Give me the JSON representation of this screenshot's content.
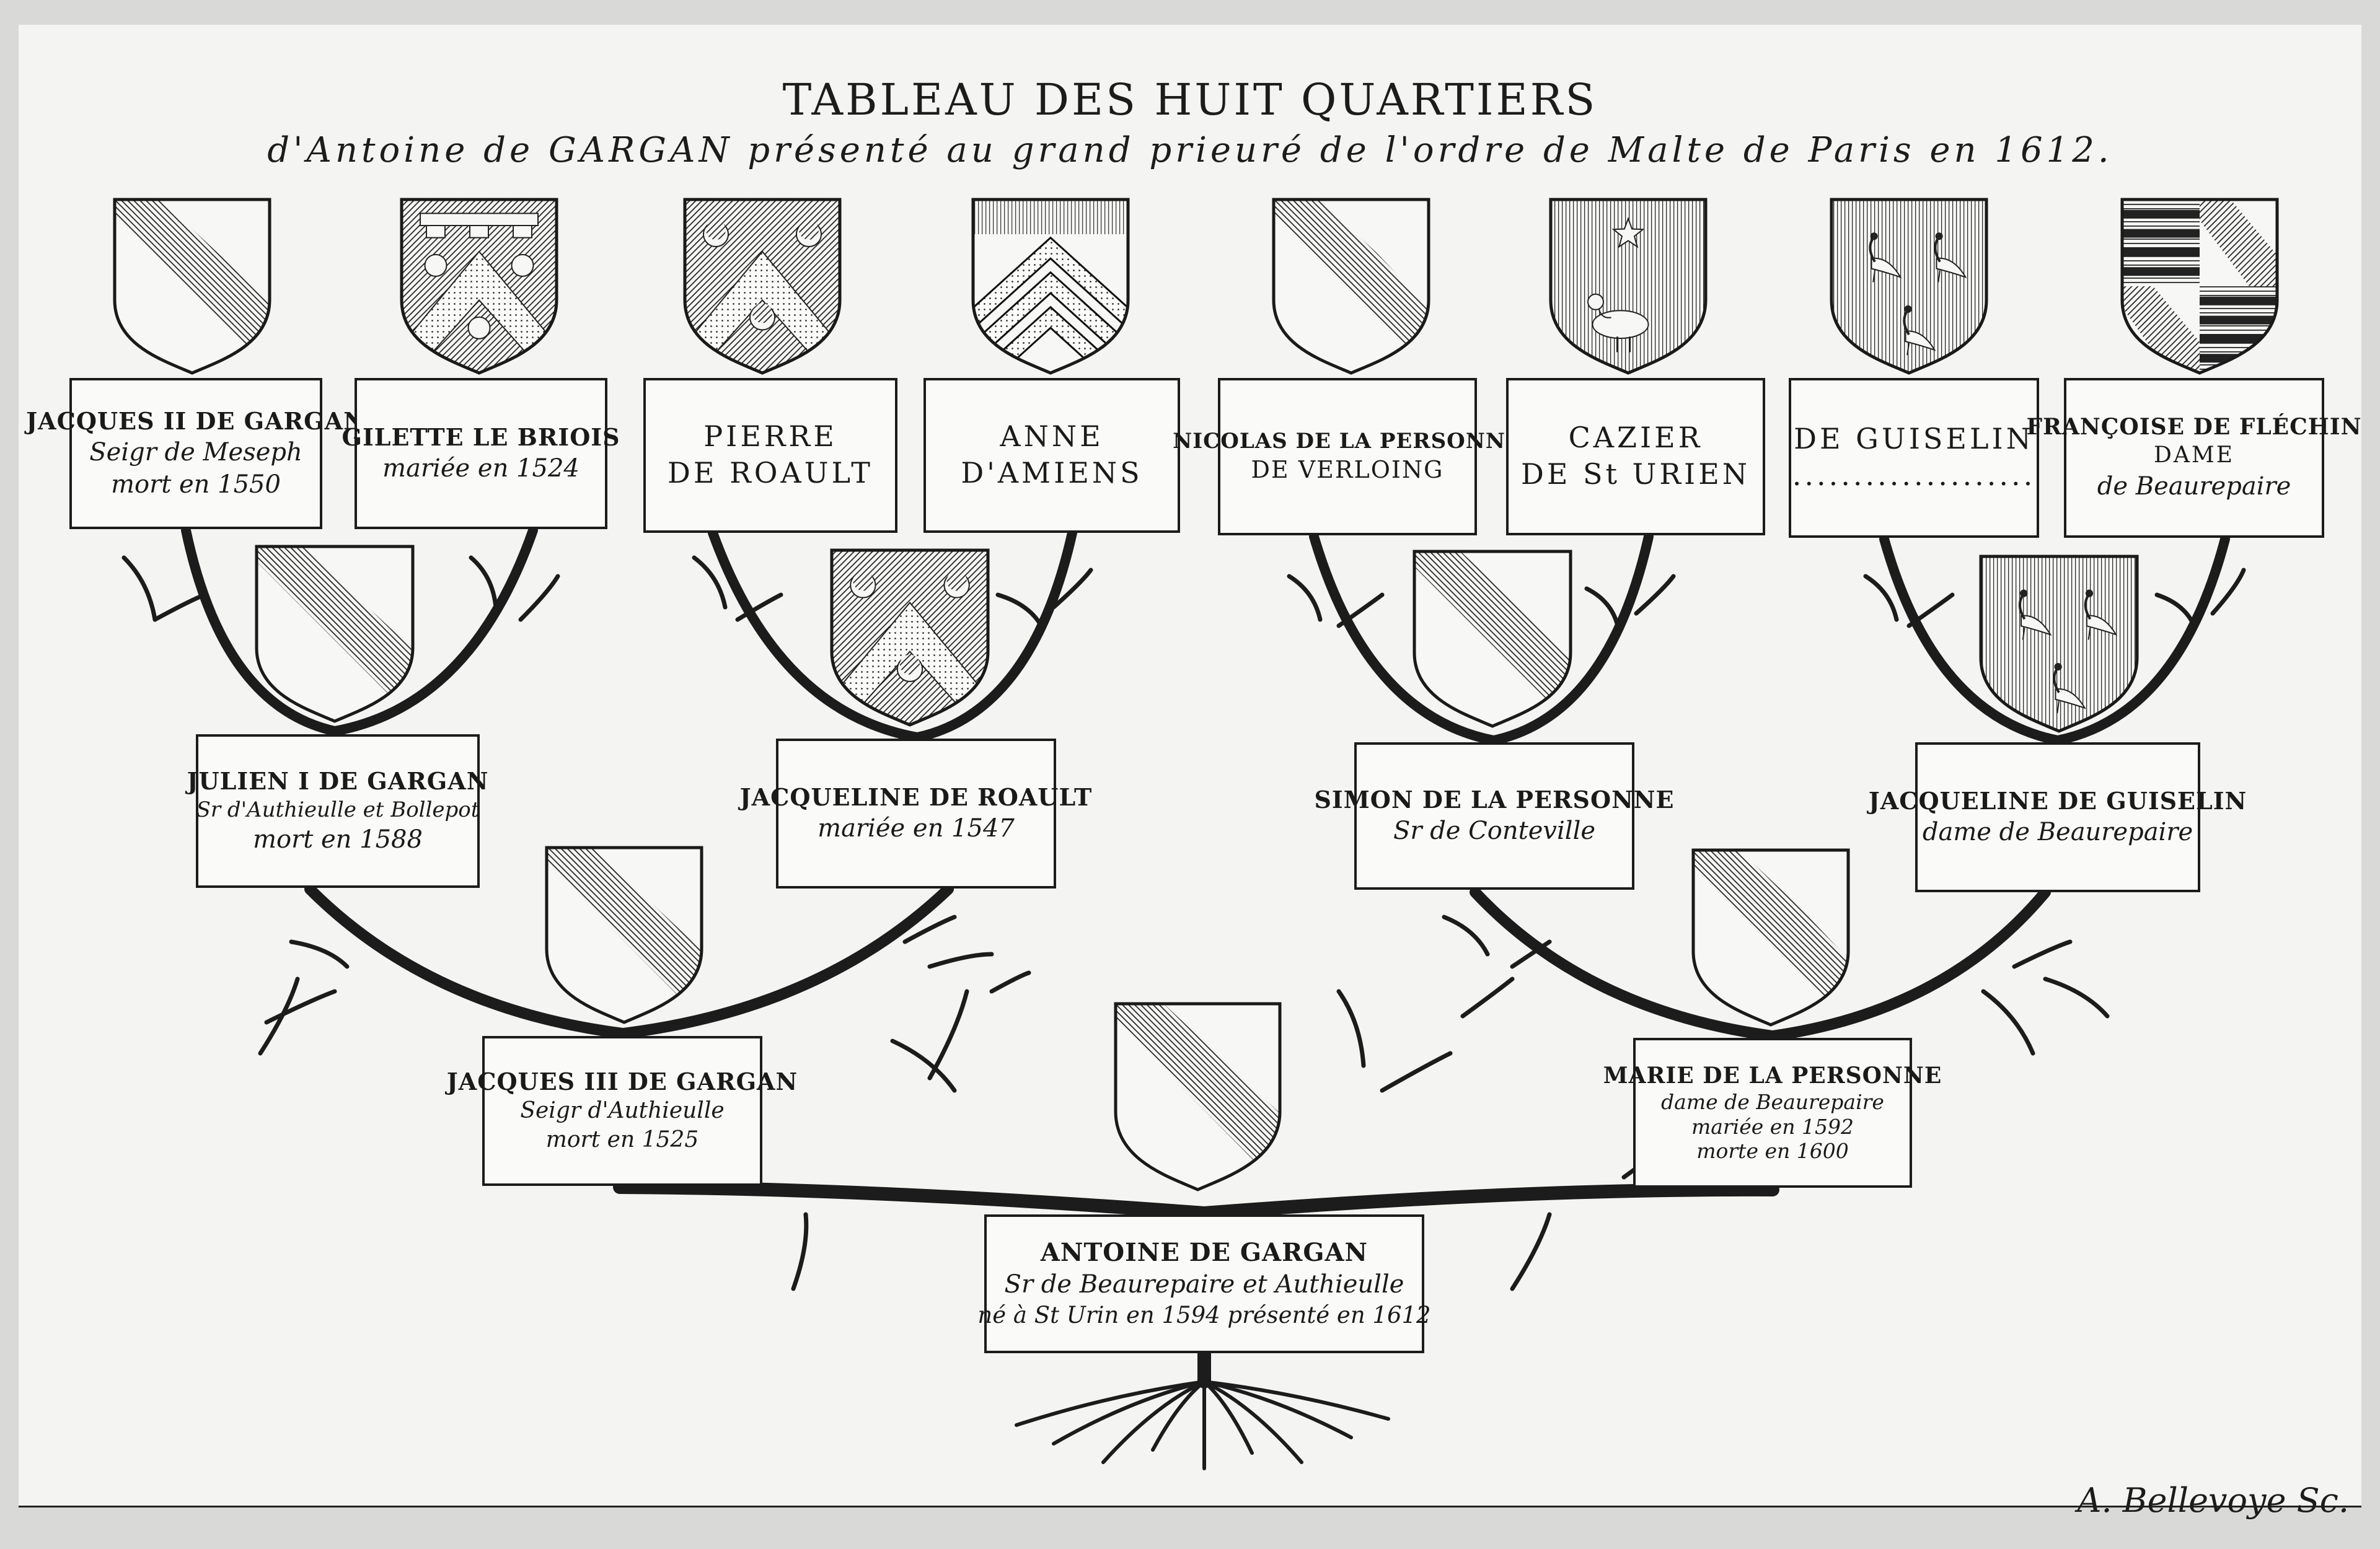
{
  "header": {
    "title": "TABLEAU DES HUIT QUARTIERS",
    "subtitle": "d'Antoine de GARGAN présenté au grand prieuré de l'ordre de Malte de Paris en 1612."
  },
  "credit": "A. Bellevoye Sc.",
  "colors": {
    "ink": "#1c1c1c",
    "paper": "#f4f4f2",
    "box": "#fafaf8"
  },
  "ancestors": [
    {
      "l1": "JACQUES II DE GARGAN",
      "l2": "Seigr de Meseph",
      "l3": "mort en 1550",
      "arms": "bend-sinister-hatched"
    },
    {
      "l1": "GILETTE LE BRIOIS",
      "l2": "mariée en 1524",
      "arms": "chevron-three-roundels-label"
    },
    {
      "l1": "PIERRE",
      "l2": "DE ROAULT",
      "arms": "chevron-three-crescents"
    },
    {
      "l1": "ANNE",
      "l2": "D'AMIENS",
      "arms": "three-chevrons-chequy"
    },
    {
      "l1": "NICOLAS DE LA PERSONNE",
      "l2": "DE VERLOING",
      "arms": "bend-plain"
    },
    {
      "l1": "CAZIER",
      "l2": "DE St URIEN",
      "arms": "star-and-bird"
    },
    {
      "l1": "DE GUISELIN",
      "l2": "....................",
      "arms": "three-peacocks"
    },
    {
      "l1": "FRANÇOISE DE FLÉCHIN",
      "l2": "DAME",
      "l3": "de Beaurepaire",
      "arms": "barry-quartered"
    }
  ],
  "grandparents": [
    {
      "l1": "JULIEN I DE GARGAN",
      "l2": "Sr d'Authieulle et Bollepot",
      "l3": "mort en 1588",
      "arms": "bend-sinister-hatched"
    },
    {
      "l1": "JACQUELINE DE ROAULT",
      "l2": "mariée en 1547",
      "arms": "chevron-three-crescents"
    },
    {
      "l1": "SIMON DE LA PERSONNE",
      "l2": "Sr de Conteville",
      "arms": "bend-plain"
    },
    {
      "l1": "JACQUELINE DE GUISELIN",
      "l2": "dame de Beaurepaire",
      "arms": "three-peacocks"
    }
  ],
  "parents": [
    {
      "l1": "JACQUES III DE GARGAN",
      "l2": "Seigr d'Authieulle",
      "l3": "mort en 1525",
      "arms": "bend-sinister-hatched"
    },
    {
      "l1": "MARIE DE LA PERSONNE",
      "l2": "dame de Beaurepaire",
      "l3": "mariée en 1592",
      "l4": "morte en 1600",
      "arms": "bend-plain"
    }
  ],
  "subject": {
    "l1": "ANTOINE DE GARGAN",
    "l2": "Sr de Beaurepaire et Authieulle",
    "l3": "né à St Urin en 1594 présenté en 1612",
    "arms": "bend-sinister-hatched"
  }
}
